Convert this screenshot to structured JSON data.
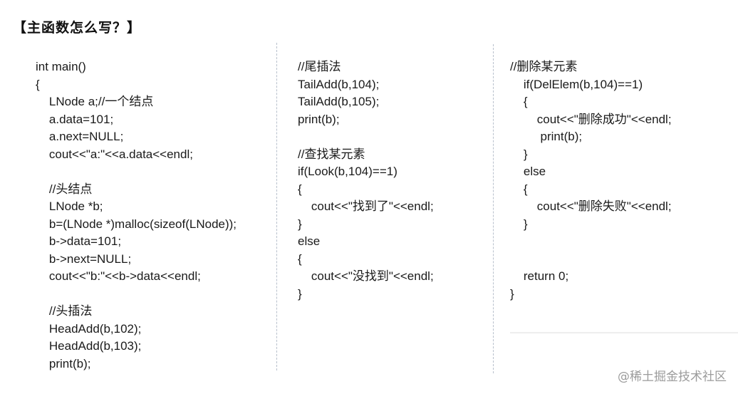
{
  "title": "【主函数怎么写？】",
  "columns": [
    {
      "lines": [
        "int main()",
        "{",
        "    LNode a;//一个结点",
        "    a.data=101;",
        "    a.next=NULL;",
        "    cout<<\"a:\"<<a.data<<endl;",
        "",
        "    //头结点",
        "    LNode *b;",
        "    b=(LNode *)malloc(sizeof(LNode));",
        "    b->data=101;",
        "    b->next=NULL;",
        "    cout<<\"b:\"<<b->data<<endl;",
        "",
        "    //头插法",
        "    HeadAdd(b,102);",
        "    HeadAdd(b,103);",
        "    print(b);"
      ]
    },
    {
      "lines": [
        "//尾插法",
        "TailAdd(b,104);",
        "TailAdd(b,105);",
        "print(b);",
        "",
        "//查找某元素",
        "if(Look(b,104)==1)",
        "{",
        "    cout<<\"找到了\"<<endl;",
        "}",
        "else",
        "{",
        "    cout<<\"没找到\"<<endl;",
        "}"
      ]
    },
    {
      "lines": [
        "//删除某元素",
        "    if(DelElem(b,104)==1)",
        "    {",
        "        cout<<\"删除成功\"<<endl;",
        "         print(b);",
        "    }",
        "    else",
        "    {",
        "        cout<<\"删除失败\"<<endl;",
        "    }",
        "",
        "",
        "    return 0;",
        "}"
      ]
    }
  ],
  "watermark": "@稀土掘金技术社区"
}
